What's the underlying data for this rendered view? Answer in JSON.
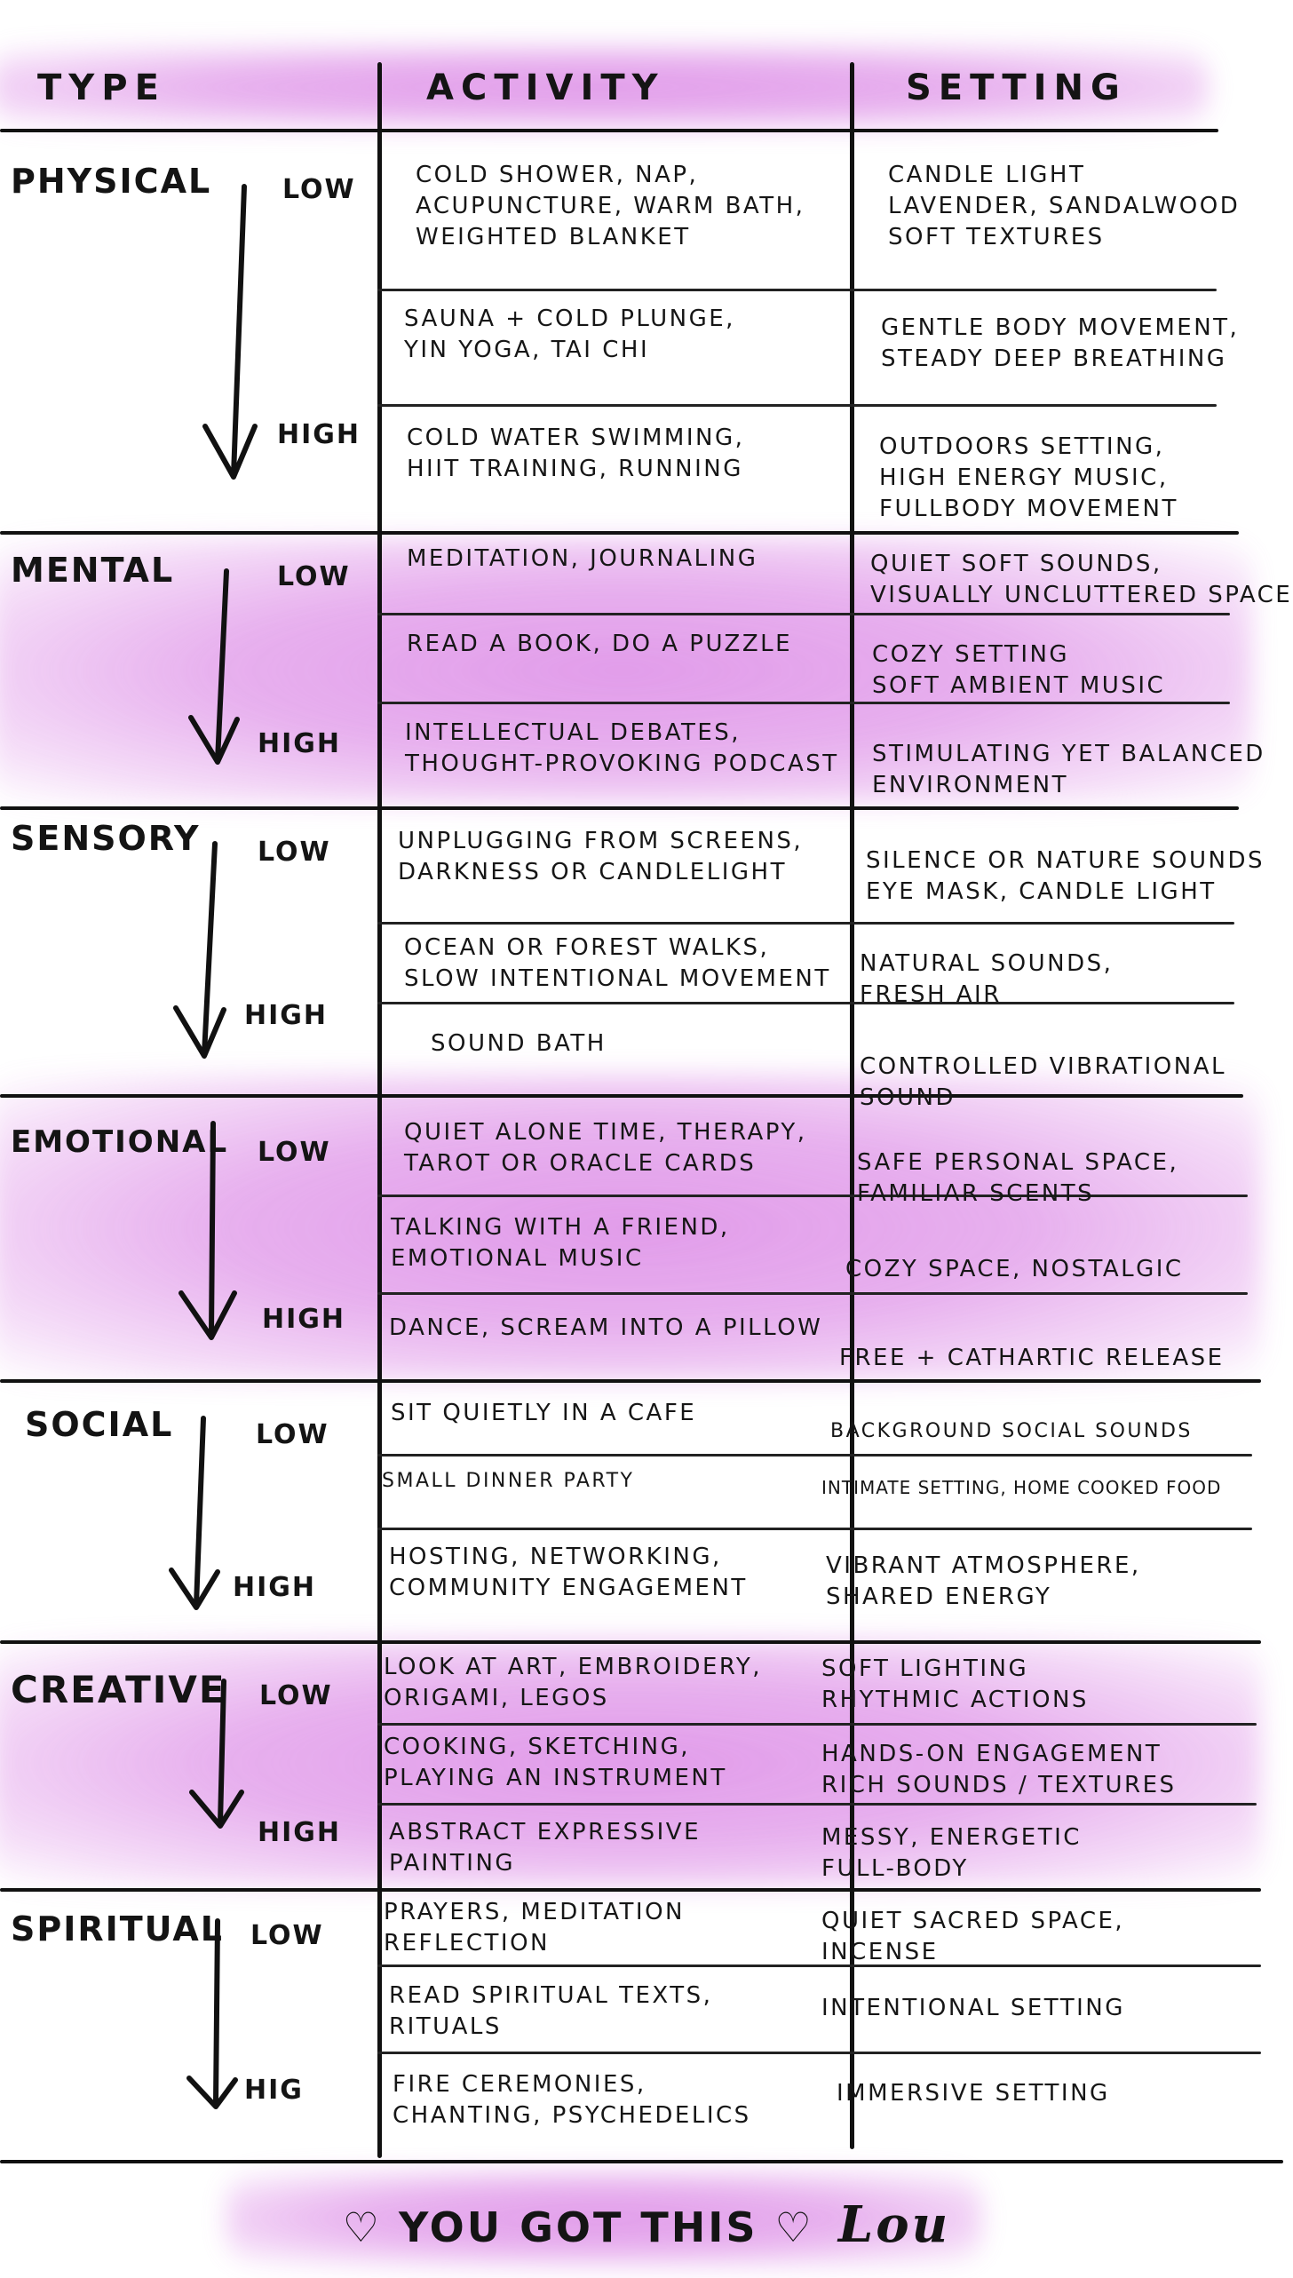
{
  "headers": {
    "type": "TYPE",
    "activity": "ACTIVITY",
    "setting": "SETTING"
  },
  "level_labels": {
    "low": "LOW",
    "high": "HIGH"
  },
  "accent": "#d980e4",
  "line_color": "#111111",
  "rows": [
    {
      "type": "PHYSICAL",
      "shaded": false,
      "high_label": "HIGH",
      "tiers": [
        {
          "activity": "COLD SHOWER, NAP,\nACUPUNCTURE, WARM BATH,\nWEIGHTED BLANKET",
          "setting": "CANDLE LIGHT\nLAVENDER, SANDALWOOD\nSOFT TEXTURES"
        },
        {
          "activity": "SAUNA + COLD PLUNGE,\nYIN YOGA, TAI CHI",
          "setting": "GENTLE BODY MOVEMENT,\nSTEADY DEEP BREATHING"
        },
        {
          "activity": "COLD WATER SWIMMING,\nHIIT TRAINING, RUNNING",
          "setting": "OUTDOORS SETTING,\nHIGH ENERGY MUSIC,\nFULLBODY MOVEMENT"
        }
      ]
    },
    {
      "type": "MENTAL",
      "shaded": true,
      "high_label": "HIGH",
      "tiers": [
        {
          "activity": "MEDITATION, JOURNALING",
          "setting": "QUIET SOFT SOUNDS,\nVISUALLY UNCLUTTERED SPACE"
        },
        {
          "activity": "READ A BOOK, DO A PUZZLE",
          "setting": "COZY SETTING\nSOFT AMBIENT MUSIC"
        },
        {
          "activity": "INTELLECTUAL DEBATES,\nTHOUGHT-PROVOKING PODCAST",
          "setting": "STIMULATING YET BALANCED\nENVIRONMENT"
        }
      ]
    },
    {
      "type": "SENSORY",
      "shaded": false,
      "high_label": "HIGH",
      "tiers": [
        {
          "activity": "UNPLUGGING FROM SCREENS,\nDARKNESS OR CANDLELIGHT",
          "setting": "SILENCE OR NATURE SOUNDS\nEYE MASK, CANDLE LIGHT"
        },
        {
          "activity": "OCEAN OR FOREST WALKS,\nSLOW INTENTIONAL MOVEMENT",
          "setting": "NATURAL SOUNDS,\nFRESH AIR"
        },
        {
          "activity": "SOUND BATH",
          "setting": "CONTROLLED VIBRATIONAL\nSOUND"
        }
      ]
    },
    {
      "type": "EMOTIONAL",
      "shaded": true,
      "high_label": "HIGH",
      "tiers": [
        {
          "activity": "QUIET ALONE TIME, THERAPY,\nTAROT OR ORACLE CARDS",
          "setting": "SAFE PERSONAL SPACE,\nFAMILIAR SCENTS"
        },
        {
          "activity": "TALKING WITH A FRIEND,\nEMOTIONAL MUSIC",
          "setting": "COZY SPACE, NOSTALGIC"
        },
        {
          "activity": "DANCE, SCREAM INTO A PILLOW",
          "setting": "FREE + CATHARTIC RELEASE"
        }
      ]
    },
    {
      "type": "SOCIAL",
      "shaded": false,
      "high_label": "HIGH",
      "tiers": [
        {
          "activity": "SIT QUIETLY IN A CAFE",
          "setting": "BACKGROUND SOCIAL SOUNDS"
        },
        {
          "activity": "SMALL DINNER PARTY",
          "setting": "INTIMATE SETTING, HOME COOKED FOOD"
        },
        {
          "activity": "HOSTING, NETWORKING,\nCOMMUNITY ENGAGEMENT",
          "setting": "VIBRANT ATMOSPHERE,\nSHARED ENERGY"
        }
      ]
    },
    {
      "type": "CREATIVE",
      "shaded": true,
      "high_label": "HIGH",
      "tiers": [
        {
          "activity": "LOOK AT ART, EMBROIDERY,\nORIGAMI, LEGOS",
          "setting": "SOFT LIGHTING\nRHYTHMIC ACTIONS"
        },
        {
          "activity": "COOKING, SKETCHING,\nPLAYING AN INSTRUMENT",
          "setting": "HANDS-ON ENGAGEMENT\nRICH SOUNDS / TEXTURES"
        },
        {
          "activity": "ABSTRACT EXPRESSIVE\nPAINTING",
          "setting": "MESSY, ENERGETIC\nFULL-BODY"
        }
      ]
    },
    {
      "type": "SPIRITUAL",
      "shaded": false,
      "high_label": "HIG",
      "tiers": [
        {
          "activity": "PRAYERS, MEDITATION\nREFLECTION",
          "setting": "QUIET SACRED SPACE,\nINCENSE"
        },
        {
          "activity": "READ SPIRITUAL TEXTS,\nRITUALS",
          "setting": "INTENTIONAL SETTING"
        },
        {
          "activity": "FIRE CEREMONIES,\nCHANTING, PSYCHEDELICS",
          "setting": "IMMERSIVE SETTING"
        }
      ]
    }
  ],
  "footer": {
    "heart_left": "♡",
    "text": "YOU GOT THIS",
    "heart_right": "♡",
    "signature": "Lou"
  }
}
